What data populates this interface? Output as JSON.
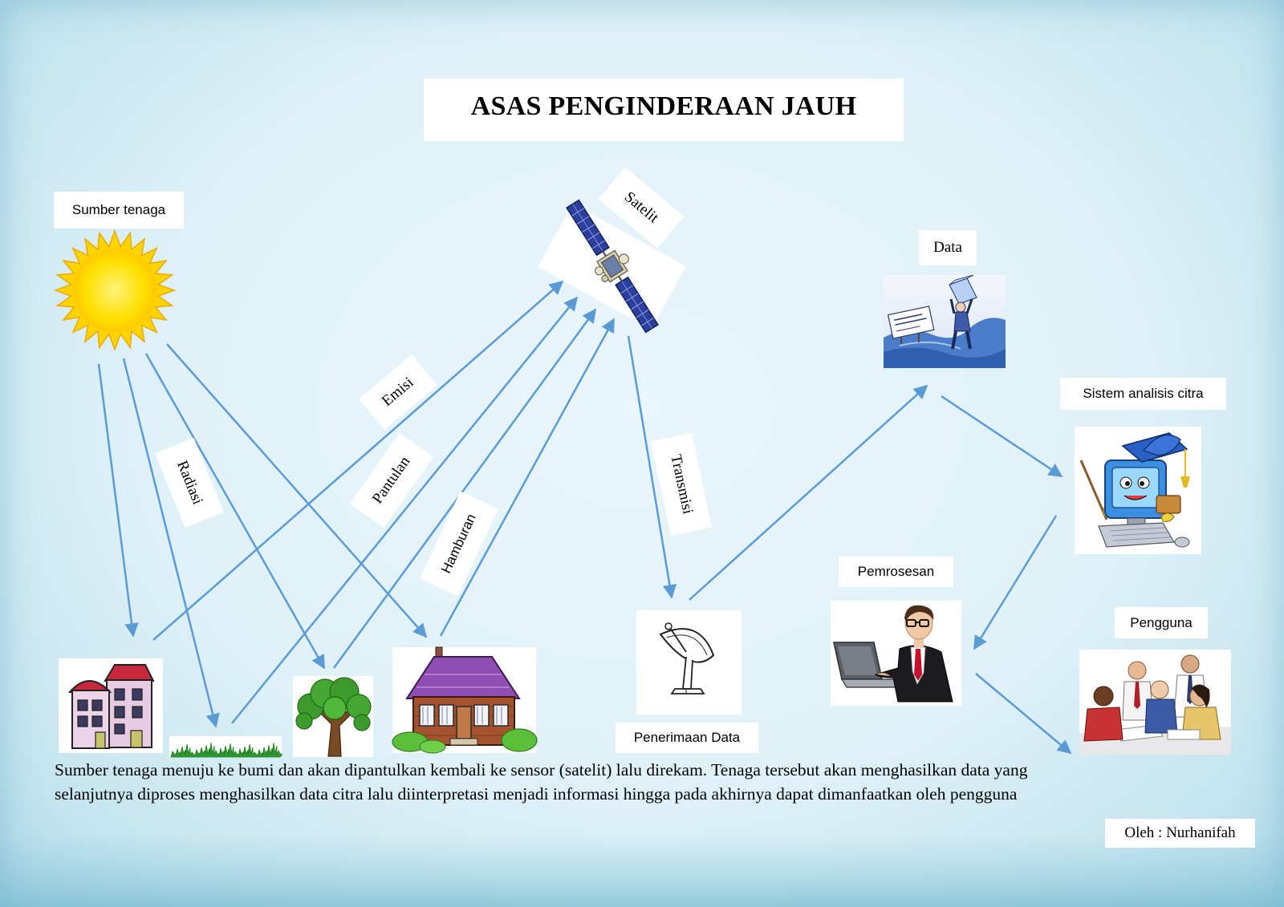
{
  "title": "ASAS PENGINDERAAN JAUH",
  "labels": {
    "sumber_tenaga": "Sumber tenaga",
    "satelit": "Satelit",
    "emisi": "Emisi",
    "radiasi": "Radiasi",
    "pantulan": "Pantulan",
    "hamburan": "Hamburan",
    "transmisi": "Transmisi",
    "data": "Data",
    "sistem_analisis_citra": "Sistem analisis citra",
    "pemrosesan": "Pemrosesan",
    "pengguna": "Pengguna",
    "penerimaan_data": "Penerimaan Data"
  },
  "description": [
    "Sumber tenaga menuju ke bumi dan akan dipantulkan kembali ke sensor (satelit) lalu direkam. Tenaga tersebut akan menghasilkan data yang",
    "selanjutnya diproses menghasilkan data citra lalu diinterpretasi menjadi informasi hingga pada akhirnya dapat dimanfaatkan oleh pengguna"
  ],
  "author": "Oleh : Nurhanifah",
  "colors": {
    "arrow": "#5b9bd5",
    "sun": "#ffd400",
    "background": "#dff1f8"
  },
  "icons": {
    "energy_source": "sun-icon",
    "sensor": "satellite-icon",
    "objects": [
      "buildings-icon",
      "grass-icon",
      "tree-icon",
      "house-icon"
    ],
    "receiver": "satellite-dish-icon",
    "data": "data-repository-icon",
    "analysis": "computer-teacher-icon",
    "processing": "man-at-laptop-icon",
    "users": "people-group-icon"
  }
}
